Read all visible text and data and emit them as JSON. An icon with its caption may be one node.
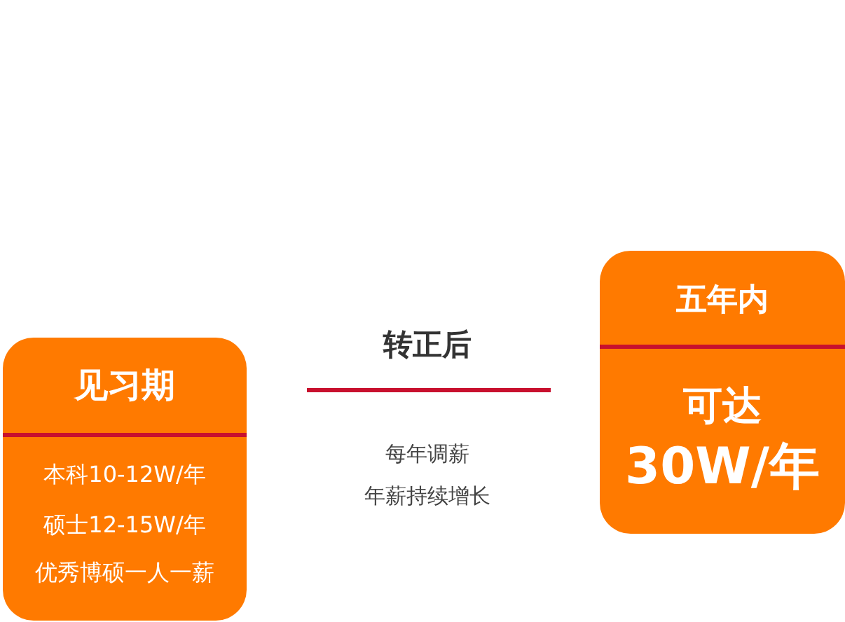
{
  "diagram": {
    "nodes": [
      {
        "text": [
          "见习期",
          "本科10-12W/年",
          "硕士12-15W/年",
          "优秀博硕一人一薪"
        ]
      },
      {
        "text": [
          "五年内",
          "可达",
          "30W/年"
        ]
      }
    ],
    "labels": [
      "转正后",
      "每年调薪",
      "年薪持续增长"
    ]
  }
}
